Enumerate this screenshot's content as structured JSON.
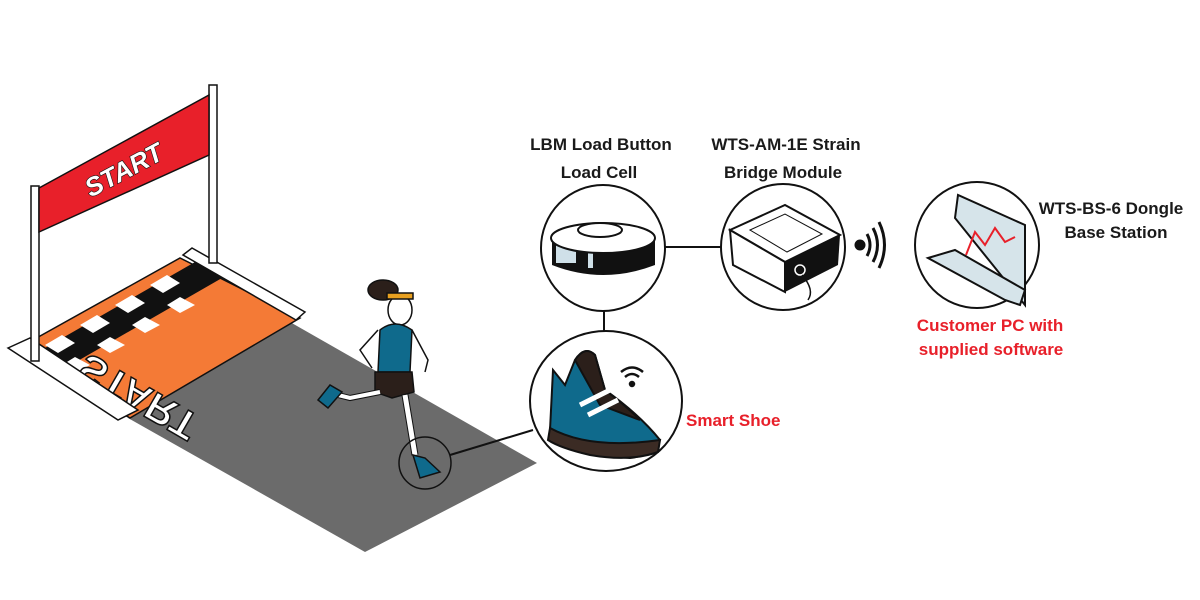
{
  "banner": {
    "text": "START"
  },
  "mat": {
    "text": "START"
  },
  "labels": {
    "load_cell": [
      "LBM Load Button",
      "Load Cell"
    ],
    "module": [
      "WTS-AM-1E Strain",
      "Bridge Module"
    ],
    "base_station": [
      "WTS-BS-6 Dongle",
      "Base Station"
    ],
    "pc": [
      "Customer PC with",
      "supplied software"
    ],
    "shoe": "Smart Shoe"
  },
  "colors": {
    "accent_red": "#e8202a",
    "mat_orange": "#f47a36",
    "floor_gray": "#6b6b6b",
    "shirt_blue": "#0f6a8c",
    "banner_red": "#e8202a"
  }
}
